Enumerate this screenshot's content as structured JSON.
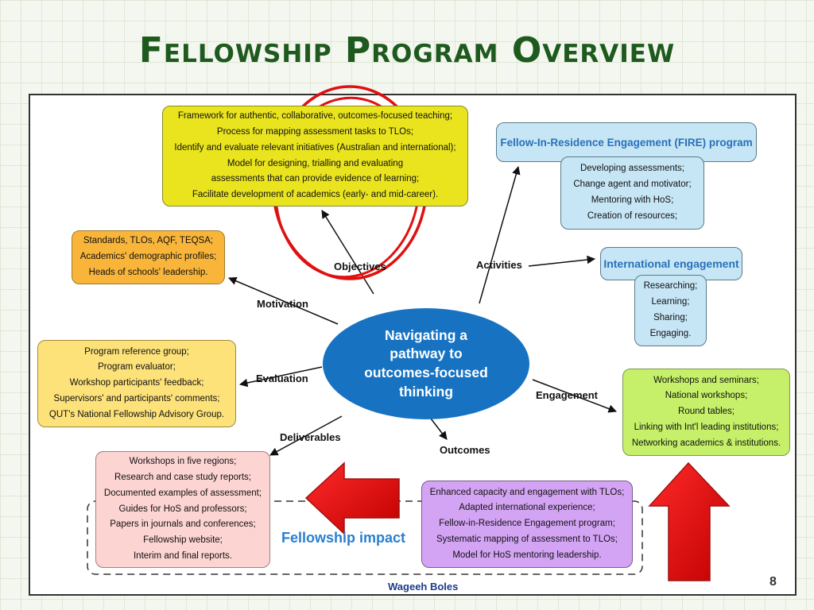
{
  "title": "Fellowship Program Overview",
  "center": {
    "lines": [
      "Navigating a",
      "pathway to",
      "outcomes-focused",
      "thinking"
    ]
  },
  "branches": {
    "objectives": {
      "label": "Objectives",
      "lines": [
        "Framework for authentic, collaborative, outcomes-focused teaching;",
        "Process for mapping assessment tasks to TLOs;",
        "Identify and evaluate relevant initiatives (Australian and international);",
        "Model for designing, trialling and evaluating",
        "assessments that can provide evidence of learning;",
        "Facilitate development of academics (early- and mid-career)."
      ]
    },
    "motivation": {
      "label": "Motivation",
      "lines": [
        "Standards, TLOs, AQF, TEQSA;",
        "Academics' demographic profiles;",
        "Heads of schools' leadership."
      ]
    },
    "evaluation": {
      "label": "Evaluation",
      "lines": [
        "Program reference group;",
        "Program evaluator;",
        "Workshop participants' feedback;",
        "Supervisors' and participants' comments;",
        "QUT's National Fellowship Advisory Group."
      ]
    },
    "deliverables": {
      "label": "Deliverables",
      "lines": [
        "Workshops in five regions;",
        "Research and case study reports;",
        "Documented examples of assessment;",
        "Guides for HoS and professors;",
        "Papers in journals and conferences;",
        "Fellowship website;",
        "Interim and final reports."
      ]
    },
    "outcomes": {
      "label": "Outcomes",
      "lines": [
        "Enhanced capacity and engagement with TLOs;",
        "Adapted international experience;",
        "Fellow-in-Residence Engagement program;",
        "Systematic mapping of assessment to TLOs;",
        "Model for HoS mentoring leadership."
      ]
    },
    "engagement": {
      "label": "Engagement",
      "lines": [
        "Workshops and seminars;",
        "National workshops;",
        "Round tables;",
        "Linking with Int'l leading institutions;",
        "Networking academics & institutions."
      ]
    },
    "activities": {
      "label": "Activities",
      "fire": {
        "header": "Fellow-In-Residence Engagement (FIRE) program",
        "lines": [
          "Developing assessments;",
          "Change agent and motivator;",
          "Mentoring with HoS;",
          "Creation of resources;"
        ]
      },
      "international": {
        "header": "International engagement",
        "lines": [
          "Researching;",
          "Learning;",
          "Sharing;",
          "Engaging."
        ]
      }
    }
  },
  "impact_label": "Fellowship impact",
  "footer_author": "Wageeh Boles",
  "page_number": "8",
  "colors": {
    "title": "#1e5a1e",
    "center": "#1773c2",
    "highlight_red": "#e01010",
    "impact_blue": "#2a7fd0"
  }
}
